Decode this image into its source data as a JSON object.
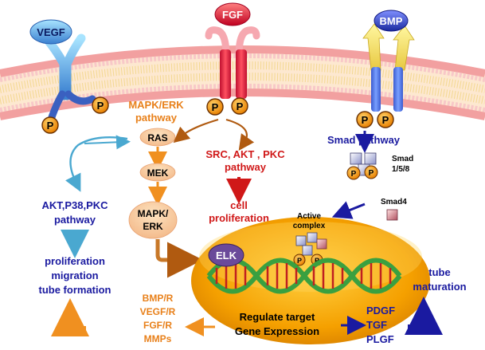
{
  "ligands": {
    "vegf": "VEGF",
    "fgf": "FGF",
    "bmp": "BMP"
  },
  "phospho": "P",
  "mapk_erk_pathway": [
    "MAPK/ERK",
    "pathway"
  ],
  "cascade": {
    "ras": "RAS",
    "mek": "MEK",
    "mapk_erk": [
      "MAPK/",
      "ERK"
    ]
  },
  "src_akt_pkc": [
    "SRC, AKT , PKC",
    "pathway"
  ],
  "cell_proliferation": [
    "cell",
    "proliferation"
  ],
  "smad_pathway": "Smad pathway",
  "smad158": [
    "Smad",
    "1/5/8"
  ],
  "smad4": "Smad4",
  "active_complex": [
    "Active",
    "complex"
  ],
  "akt_p38_pkc": [
    "AKT,P38,PKC",
    "pathway"
  ],
  "outcomes_left": [
    "proliferation",
    "migration",
    "tube formation"
  ],
  "elk": "ELK",
  "regulate": [
    "Regulate target",
    "Gene Expression"
  ],
  "targets_left": [
    "BMP/R",
    "VEGF/R",
    "FGF/R",
    "MMPs"
  ],
  "targets_right": [
    "PDGF",
    "TGF",
    "PLGF"
  ],
  "tube_maturation": [
    "tube",
    "maturation"
  ],
  "colors": {
    "orange_text": "#e8801a",
    "blue_text": "#1a1aa0",
    "red_text": "#d01818",
    "membrane": "#f6b8b8",
    "nucleus": "#f5a000",
    "phospho": "#f59a10",
    "dna_green": "#3aa040",
    "dna_red": "#c02020"
  }
}
